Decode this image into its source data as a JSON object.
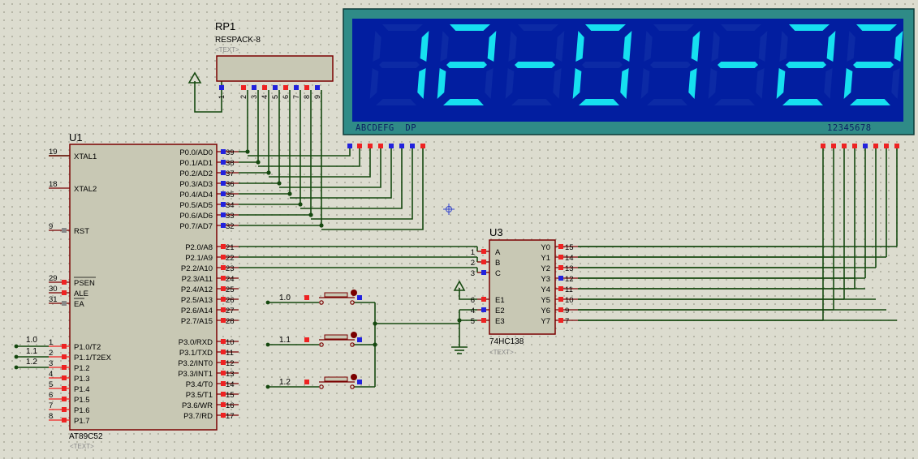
{
  "rp1": {
    "ref": "RP1",
    "part": "RESPACK-8",
    "text": "<TEXT>",
    "pins": [
      "1",
      "2",
      "3",
      "4",
      "5",
      "6",
      "7",
      "8",
      "9"
    ]
  },
  "u1": {
    "ref": "U1",
    "part": "AT89C52",
    "text": "<TEXT>",
    "left_pins": [
      {
        "num": "19",
        "name": "XTAL1"
      },
      {
        "num": "18",
        "name": "XTAL2"
      },
      {
        "num": "9",
        "name": "RST"
      },
      {
        "num": "29",
        "name": "PSEN"
      },
      {
        "num": "30",
        "name": "ALE"
      },
      {
        "num": "31",
        "name": "EA"
      },
      {
        "num": "1",
        "name": "P1.0/T2"
      },
      {
        "num": "2",
        "name": "P1.1/T2EX"
      },
      {
        "num": "3",
        "name": "P1.2"
      },
      {
        "num": "4",
        "name": "P1.3"
      },
      {
        "num": "5",
        "name": "P1.4"
      },
      {
        "num": "6",
        "name": "P1.5"
      },
      {
        "num": "7",
        "name": "P1.6"
      },
      {
        "num": "8",
        "name": "P1.7"
      }
    ],
    "right_pins": [
      {
        "num": "39",
        "name": "P0.0/AD0"
      },
      {
        "num": "38",
        "name": "P0.1/AD1"
      },
      {
        "num": "37",
        "name": "P0.2/AD2"
      },
      {
        "num": "36",
        "name": "P0.3/AD3"
      },
      {
        "num": "35",
        "name": "P0.4/AD4"
      },
      {
        "num": "34",
        "name": "P0.5/AD5"
      },
      {
        "num": "33",
        "name": "P0.6/AD6"
      },
      {
        "num": "32",
        "name": "P0.7/AD7"
      },
      {
        "num": "21",
        "name": "P2.0/A8"
      },
      {
        "num": "22",
        "name": "P2.1/A9"
      },
      {
        "num": "23",
        "name": "P2.2/A10"
      },
      {
        "num": "24",
        "name": "P2.3/A11"
      },
      {
        "num": "25",
        "name": "P2.4/A12"
      },
      {
        "num": "26",
        "name": "P2.5/A13"
      },
      {
        "num": "27",
        "name": "P2.6/A14"
      },
      {
        "num": "28",
        "name": "P2.7/A15"
      },
      {
        "num": "10",
        "name": "P3.0/RXD"
      },
      {
        "num": "11",
        "name": "P3.1/TXD"
      },
      {
        "num": "12",
        "name": "P3.2/INT0"
      },
      {
        "num": "13",
        "name": "P3.3/INT1"
      },
      {
        "num": "14",
        "name": "P3.4/T0"
      },
      {
        "num": "15",
        "name": "P3.5/T1"
      },
      {
        "num": "16",
        "name": "P3.6/WR"
      },
      {
        "num": "17",
        "name": "P3.7/RD"
      }
    ]
  },
  "u3": {
    "ref": "U3",
    "part": "74HC138",
    "text": "<TEXT>",
    "left_pins": [
      {
        "num": "1",
        "name": "A"
      },
      {
        "num": "2",
        "name": "B"
      },
      {
        "num": "3",
        "name": "C"
      },
      {
        "num": "6",
        "name": "E1"
      },
      {
        "num": "4",
        "name": "E2"
      },
      {
        "num": "5",
        "name": "E3"
      }
    ],
    "right_pins": [
      {
        "num": "15",
        "name": "Y0"
      },
      {
        "num": "14",
        "name": "Y1"
      },
      {
        "num": "13",
        "name": "Y2"
      },
      {
        "num": "12",
        "name": "Y3"
      },
      {
        "num": "11",
        "name": "Y4"
      },
      {
        "num": "10",
        "name": "Y5"
      },
      {
        "num": "9",
        "name": "Y6"
      },
      {
        "num": "7",
        "name": "Y7"
      }
    ]
  },
  "display": {
    "digits": "12-01-22",
    "segments_label": "ABCDEFG  DP",
    "digit_label": "12345678",
    "lit_color": "#16e0f0",
    "dim_color": "#0c2aa5",
    "bg_color": "#021ea0",
    "frame_color": "#2f8b87"
  },
  "nets": {
    "p1_0": "1.0",
    "p1_1": "1.1",
    "p1_2": "1.2",
    "sw1": "1.0",
    "sw2": "1.1",
    "sw3": "1.2"
  },
  "colors": {
    "wire": "#15480f",
    "chip": "#c8c8b4",
    "pin_red": "#ee2222",
    "pin_blue": "#2222dd",
    "dot_dark": "#7a0000"
  }
}
